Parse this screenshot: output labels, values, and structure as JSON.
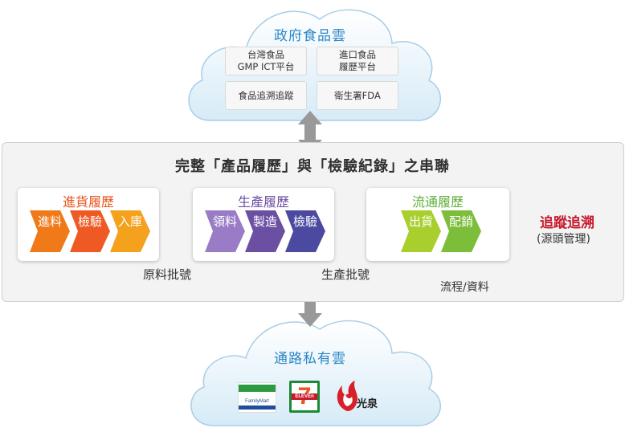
{
  "top_cloud": {
    "title": "政府食品雲",
    "boxes": [
      {
        "line1": "台灣食品",
        "line2": "GMP ICT平台"
      },
      {
        "line1": "進口食品",
        "line2": "履歷平台"
      },
      {
        "line1": "食品追溯追蹤",
        "line2": ""
      },
      {
        "line1": "衛生署FDA",
        "line2": ""
      }
    ]
  },
  "main_title": "完整「產品履歷」與「檢驗紀錄」之串聯",
  "groups": [
    {
      "title": "進貨履歷",
      "color": "#e8541d",
      "steps": [
        "進料",
        "檢驗",
        "入庫"
      ]
    },
    {
      "title": "生產履歷",
      "color": "#6b4fa3",
      "steps": [
        "領料",
        "製造",
        "檢驗"
      ]
    },
    {
      "title": "流通履歷",
      "color": "#5fae3a",
      "steps": [
        "出貨",
        "配銷"
      ]
    }
  ],
  "batches": {
    "raw": "原料批號",
    "production": "生產批號"
  },
  "trace": {
    "title": "追蹤追溯",
    "subtitle": "(源頭管理)"
  },
  "flow_label": "流程/資料",
  "bottom_cloud": {
    "title": "通路私有雲",
    "logos": [
      {
        "name": "FamilyMart",
        "text": "FamilyMart"
      },
      {
        "name": "7-ELEVEn",
        "text": "ELEVEn",
        "digit": "7"
      },
      {
        "name": "光泉",
        "text": "光泉"
      }
    ]
  }
}
